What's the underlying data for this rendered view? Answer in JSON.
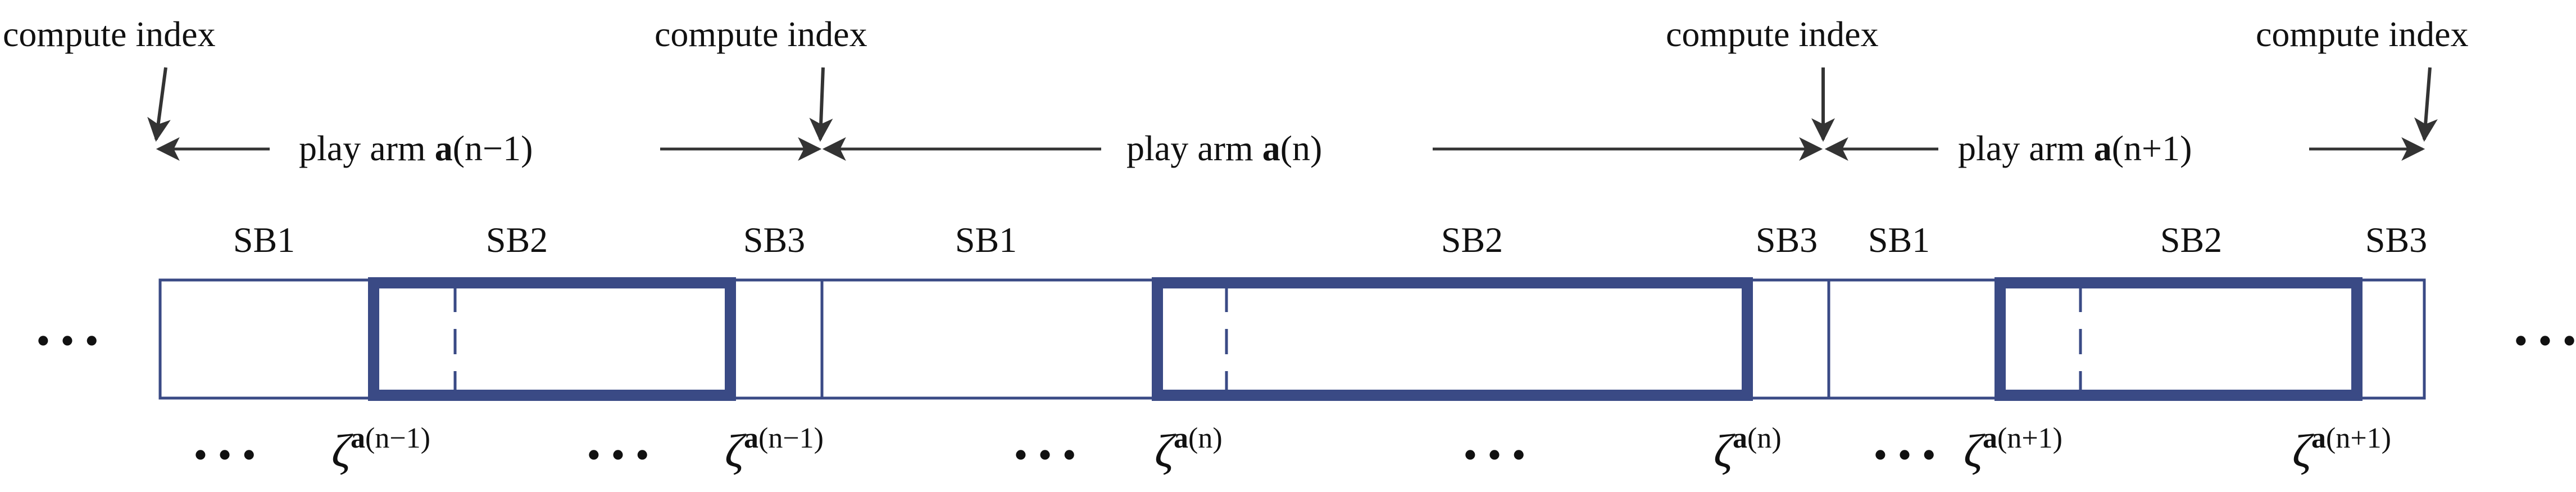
{
  "labels": {
    "compute_index": "compute index",
    "sb1": "SB1",
    "sb2": "SB2",
    "sb3": "SB3",
    "dots": "• • •",
    "play_arm_prefix": "play arm ",
    "arm_symbol": "a",
    "zeta": "ζ"
  },
  "arms": [
    {
      "index": "(n−1)"
    },
    {
      "index": "(n)"
    },
    {
      "index": "(n+1)"
    }
  ],
  "colors": {
    "block_stroke": "#3a4a85",
    "arrow": "#333333",
    "text": "#111111"
  }
}
